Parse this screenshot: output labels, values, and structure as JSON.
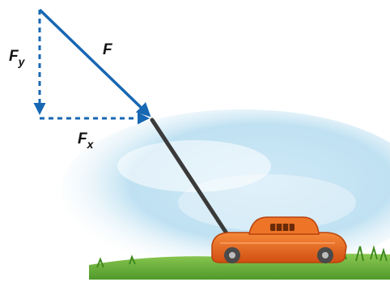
{
  "vectors": {
    "force": {
      "symbol": "F"
    },
    "y_component": {
      "symbol": "F",
      "subscript": "y"
    },
    "x_component": {
      "symbol": "F",
      "subscript": "x"
    }
  },
  "colors": {
    "vector": "#1767b3",
    "mower_body": "#e8641e",
    "mower_dark": "#b8420c",
    "handle": "#3a3a3a",
    "sky": "#bfe1f2",
    "grass": "#6fb23d"
  },
  "icons": {
    "mower": "lawn-mower-illustration",
    "sky": "sky-cloud-background",
    "grass": "grass-strip"
  }
}
